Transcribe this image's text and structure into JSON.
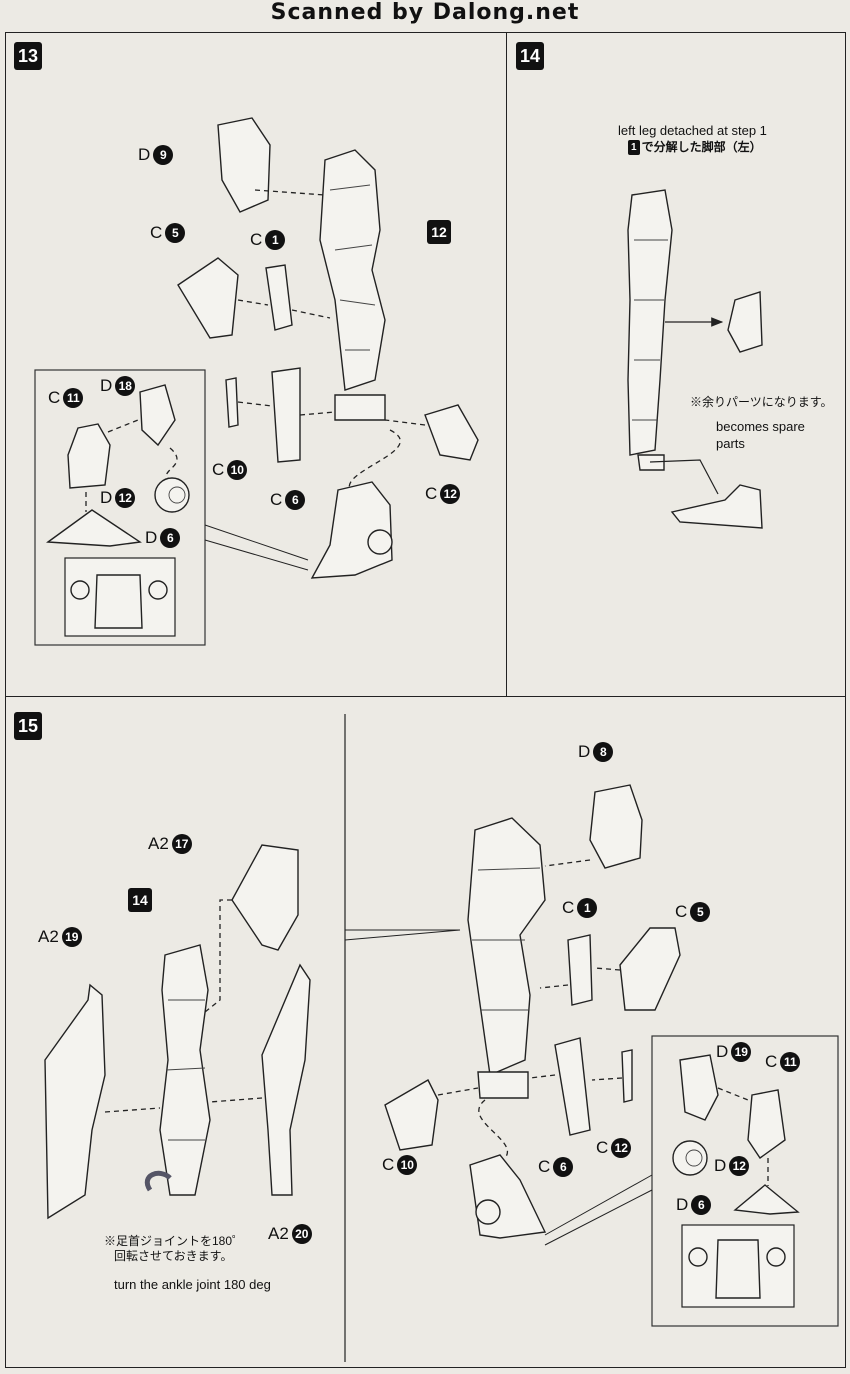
{
  "header": {
    "title": "Scanned by Dalong.net"
  },
  "steps": {
    "s13": "13",
    "s14": "14",
    "s15": "15"
  },
  "step13": {
    "d9": {
      "letter": "D",
      "num": "9"
    },
    "c5": {
      "letter": "C",
      "num": "5"
    },
    "c1": {
      "letter": "C",
      "num": "1"
    },
    "ref12": "12",
    "c11": {
      "letter": "C",
      "num": "11"
    },
    "d18": {
      "letter": "D",
      "num": "18"
    },
    "d12": {
      "letter": "D",
      "num": "12"
    },
    "d6": {
      "letter": "D",
      "num": "6"
    },
    "c10": {
      "letter": "C",
      "num": "10"
    },
    "c6": {
      "letter": "C",
      "num": "6"
    },
    "c12": {
      "letter": "C",
      "num": "12"
    }
  },
  "step14": {
    "note_en_1": "left leg detached at step 1",
    "note_jp_num": "1",
    "note_jp_1": "で分解した脚部（左）",
    "note_jp_2": "※余りパーツになります。",
    "note_en_2": "becomes spare",
    "note_en_3": "parts"
  },
  "step15": {
    "a2_17": {
      "letter": "A2",
      "num": "17"
    },
    "ref14": "14",
    "a2_19": {
      "letter": "A2",
      "num": "19"
    },
    "a2_20": {
      "letter": "A2",
      "num": "20"
    },
    "note_jp_1": "※足首ジョイントを180゜",
    "note_jp_2": "回転させておきます。",
    "note_en": "turn the ankle joint 180 deg",
    "d8": {
      "letter": "D",
      "num": "8"
    },
    "c1": {
      "letter": "C",
      "num": "1"
    },
    "c5": {
      "letter": "C",
      "num": "5"
    },
    "c10": {
      "letter": "C",
      "num": "10"
    },
    "c6": {
      "letter": "C",
      "num": "6"
    },
    "c12": {
      "letter": "C",
      "num": "12"
    },
    "d19": {
      "letter": "D",
      "num": "19"
    },
    "c11": {
      "letter": "C",
      "num": "11"
    },
    "d12": {
      "letter": "D",
      "num": "12"
    },
    "d6": {
      "letter": "D",
      "num": "6"
    }
  }
}
